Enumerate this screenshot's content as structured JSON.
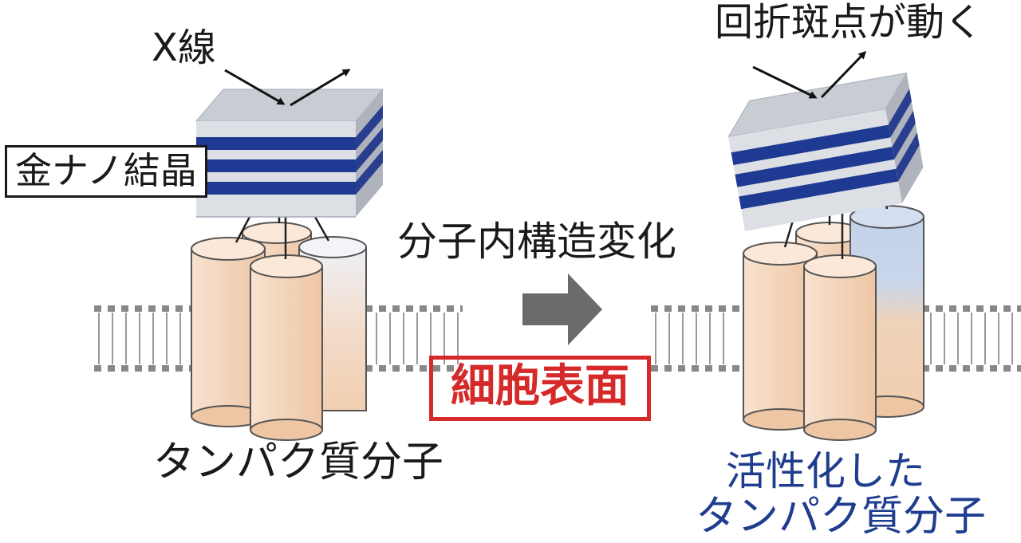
{
  "labels": {
    "xray": "X線",
    "gold_crystal": "金ナノ結晶",
    "protein": "タンパク質分子",
    "structure_change": "分子内構造変化",
    "cell_surface": "細胞表面",
    "diffraction_moves": "回折斑点が動く",
    "activated_line1": "活性化した",
    "activated_line2": "タンパク質分子"
  },
  "colors": {
    "crystal_stripe": "#1f3a93",
    "crystal_layer": "#d8dbe0",
    "cylinder": "#f5d5b8",
    "activated_cylinder": "#c9d6ea",
    "membrane": "#7a7a7a",
    "arrow": "#6b6b6b",
    "highlight_red": "#d62a2a",
    "highlight_blue": "#1f3d8f"
  }
}
